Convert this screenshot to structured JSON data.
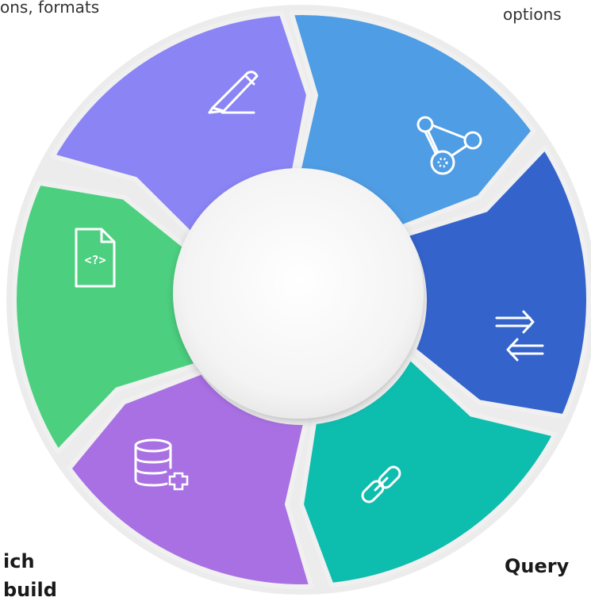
{
  "captions": {
    "top_left": "ons, formats",
    "top_right": "options",
    "bottom_left_line1": "ich",
    "bottom_left_line2": "build",
    "bottom_right": "Query"
  },
  "segments": [
    {
      "name": "edit",
      "color": "#8A84F5",
      "icon": "pen-icon"
    },
    {
      "name": "graph",
      "color": "#4F9DE4",
      "icon": "graph-nodes-icon"
    },
    {
      "name": "transform",
      "color": "#3463CC",
      "icon": "arrows-exchange-icon"
    },
    {
      "name": "link",
      "color": "#0DBDAE",
      "icon": "chain-link-icon"
    },
    {
      "name": "database",
      "color": "#A970E3",
      "icon": "database-add-icon"
    },
    {
      "name": "code-file",
      "color": "#4CD080",
      "icon": "code-file-icon"
    }
  ],
  "icon_texts": {
    "code_file": "<?>"
  }
}
